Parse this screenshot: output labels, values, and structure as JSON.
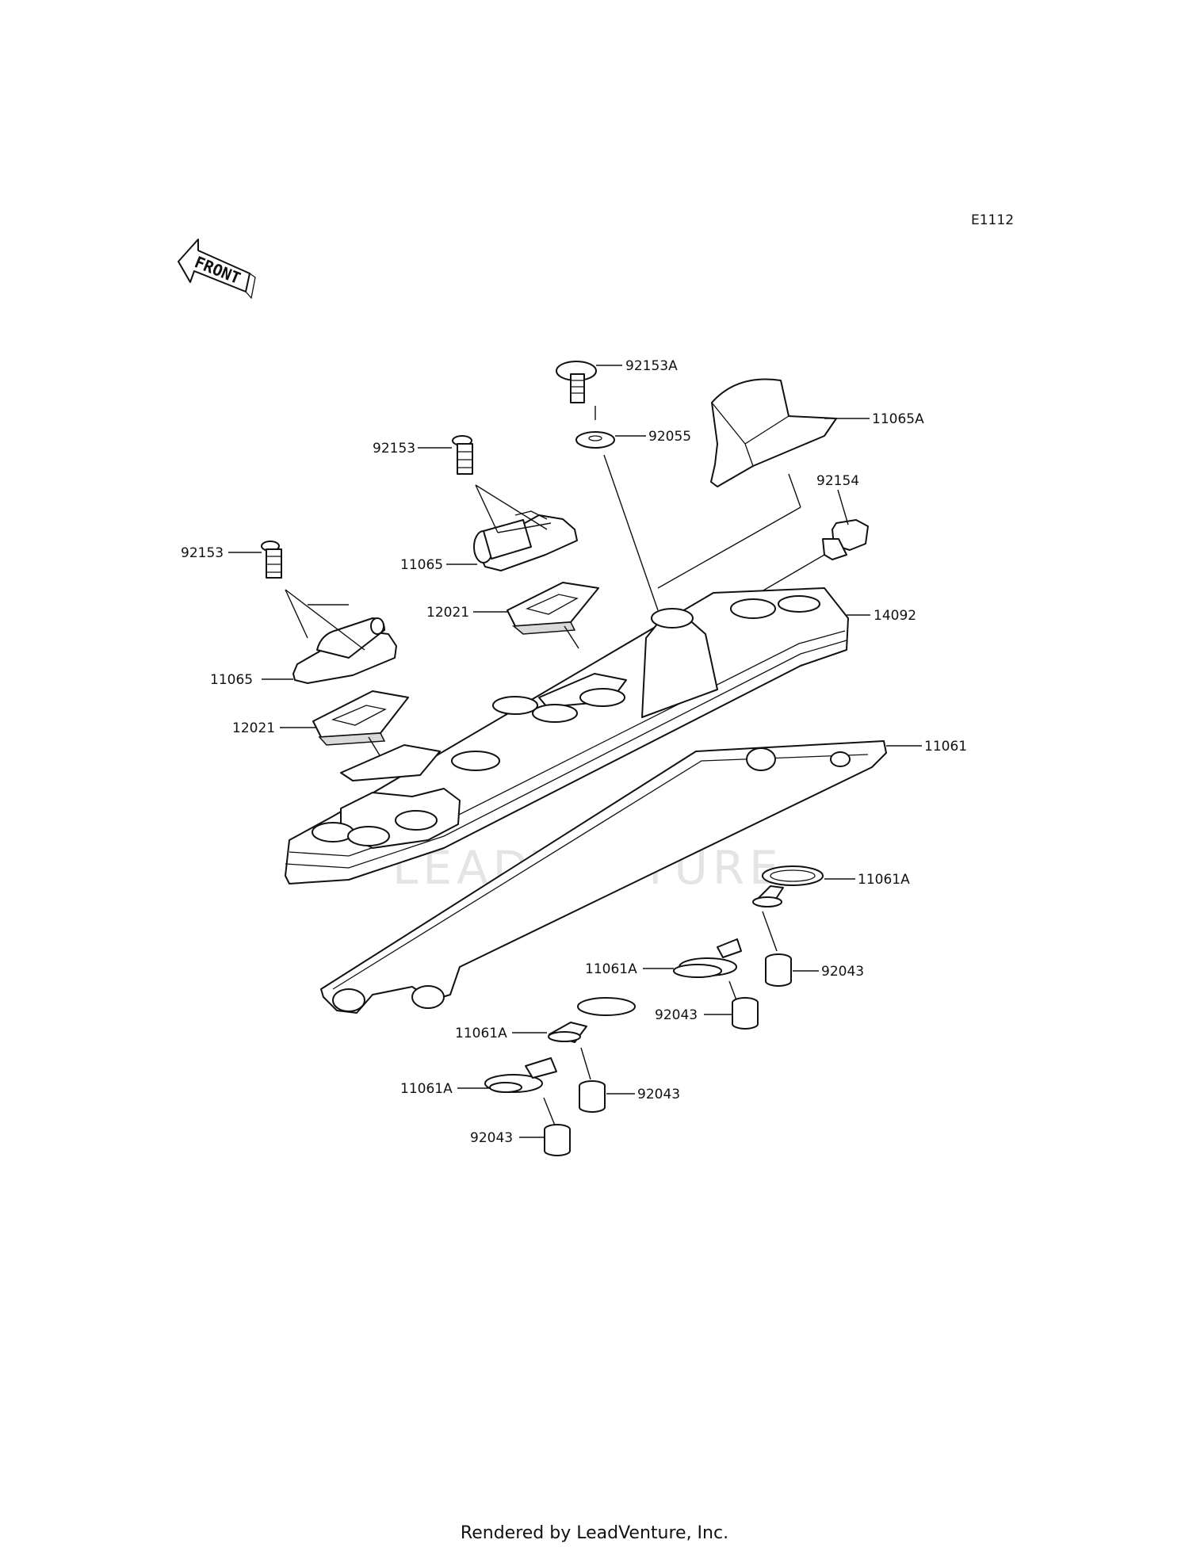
{
  "diagram_code": "E1112",
  "front_arrow_text": "FRONT",
  "watermark": "LEADVENTURE",
  "footer": "Rendered by LeadVenture, Inc.",
  "labels": {
    "p92153A": "92153A",
    "p92055": "92055",
    "p11065A": "11065A",
    "p92153_top": "92153",
    "p92154": "92154",
    "p11065_top": "11065",
    "p92153_left": "92153",
    "p12021_top": "12021",
    "p14092": "14092",
    "p11065_left": "11065",
    "p12021_left": "12021",
    "p11061": "11061",
    "p11061A_1": "11061A",
    "p11061A_2": "11061A",
    "p92043_1": "92043",
    "p92043_2": "92043",
    "p11061A_3": "11061A",
    "p92043_3": "92043",
    "p11061A_4": "11061A",
    "p92043_4": "92043"
  }
}
